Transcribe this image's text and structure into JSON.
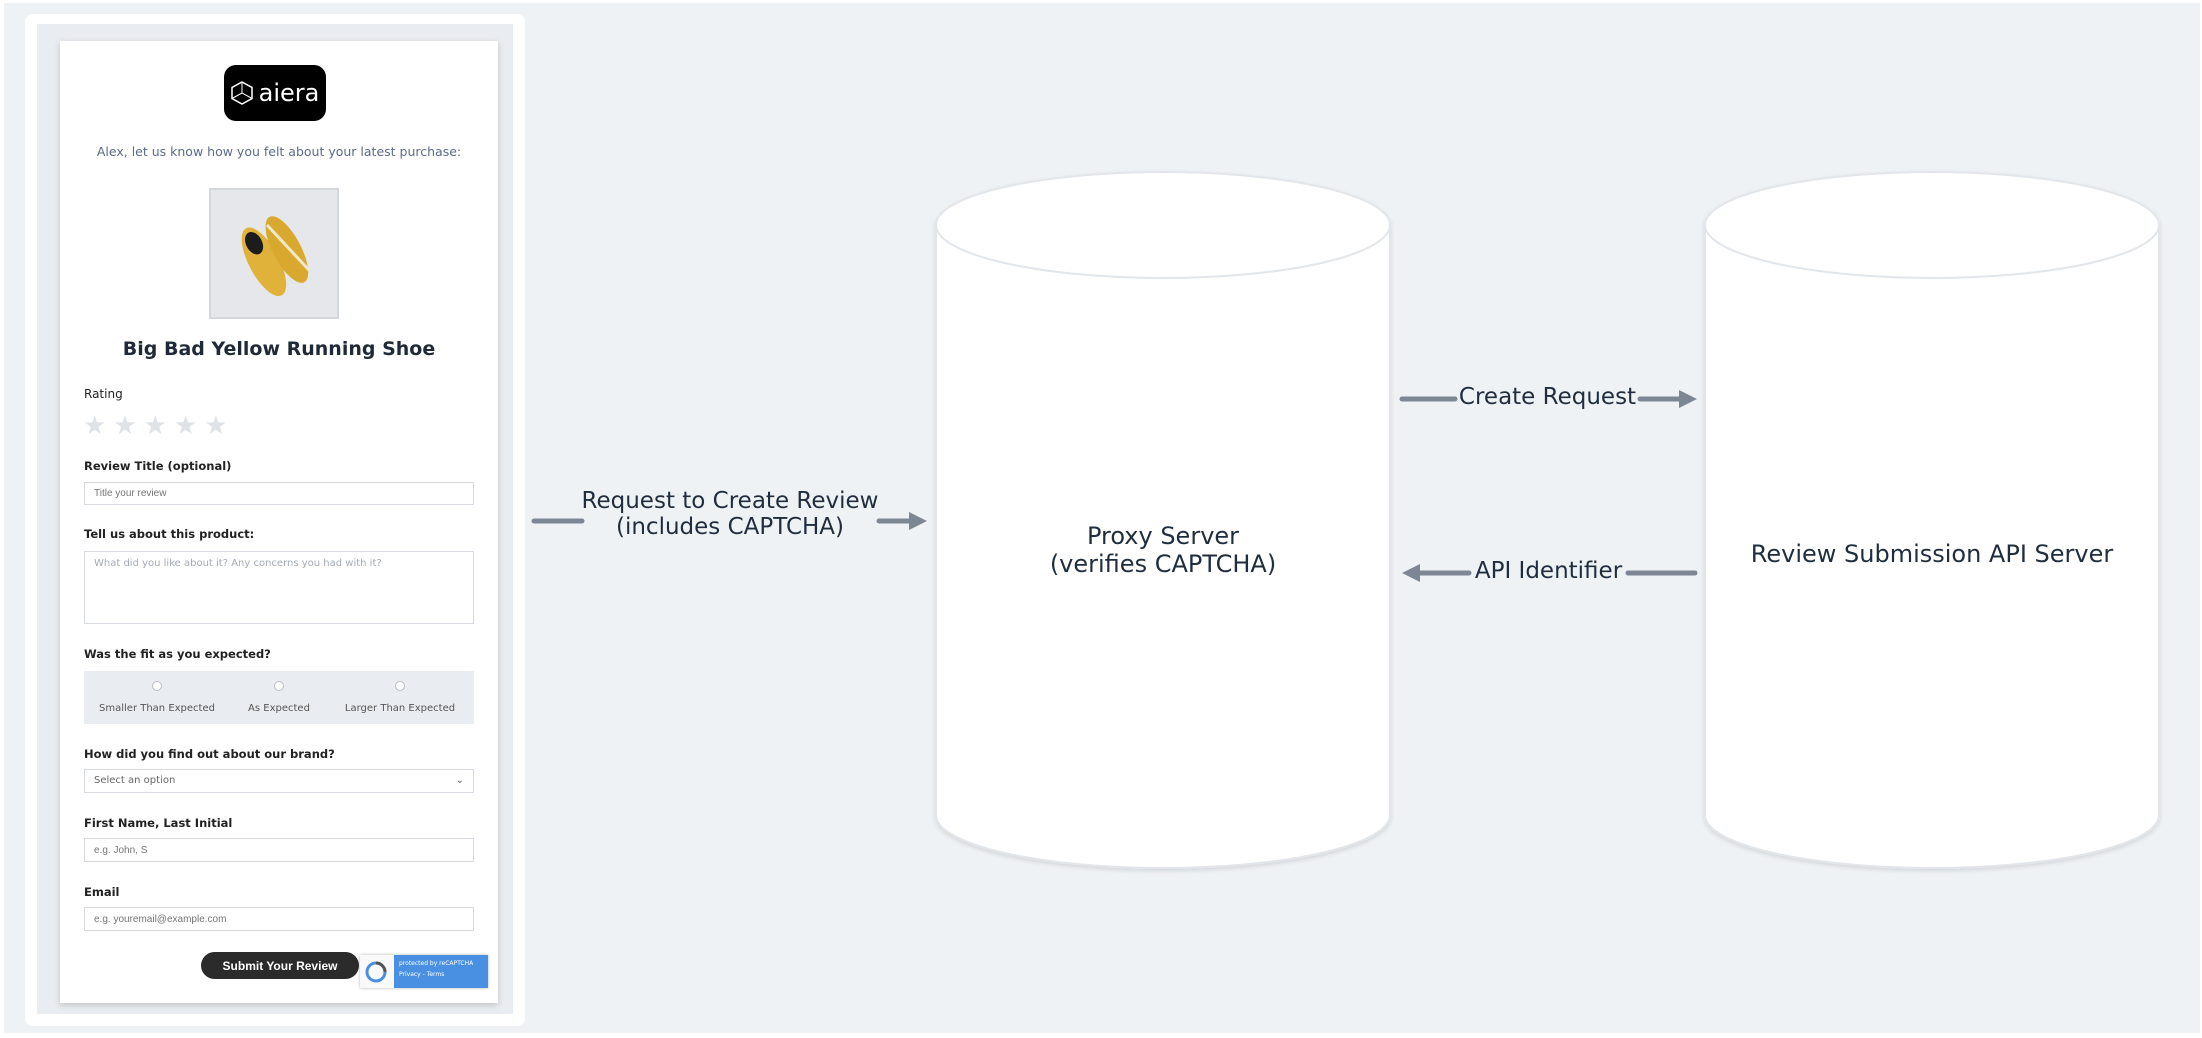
{
  "form": {
    "logo_text": "aiera",
    "intro": "Alex, let us know how you felt about your latest purchase:",
    "product_name": "Big Bad Yellow Running Shoe",
    "rating_label": "Rating",
    "rating_value": 0,
    "rating_max": 5,
    "review_title_label": "Review Title (optional)",
    "review_title_placeholder": "Title your review",
    "review_body_label": "Tell us about this product:",
    "review_body_placeholder": "What did you like about it? Any concerns you had with it?",
    "fit_label": "Was the fit as you expected?",
    "fit_options": [
      "Smaller Than Expected",
      "As Expected",
      "Larger Than Expected"
    ],
    "source_label": "How did you find out about our brand?",
    "source_value": "Select an option",
    "name_label": "First Name, Last Initial",
    "name_placeholder": "e.g. John, S",
    "email_label": "Email",
    "email_placeholder": "e.g. youremail@example.com",
    "submit_label": "Submit Your Review",
    "recaptcha_line1": "protected by reCAPTCHA",
    "recaptcha_line2": "Privacy - Terms",
    "icons": [
      "aiera-logo-icon",
      "shoe-product-image",
      "star-icon",
      "chevron-down-icon",
      "recaptcha-icon"
    ]
  },
  "diagram": {
    "arrow_to_proxy": [
      "Request to Create Review",
      "(includes CAPTCHA)"
    ],
    "proxy": [
      "Proxy Server",
      "(verifies CAPTCHA)"
    ],
    "arrow_create": "Create Request",
    "arrow_back": "API Identifier",
    "api_server": "Review Submission API Server"
  },
  "colors": {
    "background": "#eff2f5",
    "arrow": "#7d8794",
    "cylinder": "#ffffff",
    "button": "#2b2b2b",
    "recaptcha_blue": "#4a90e2"
  }
}
